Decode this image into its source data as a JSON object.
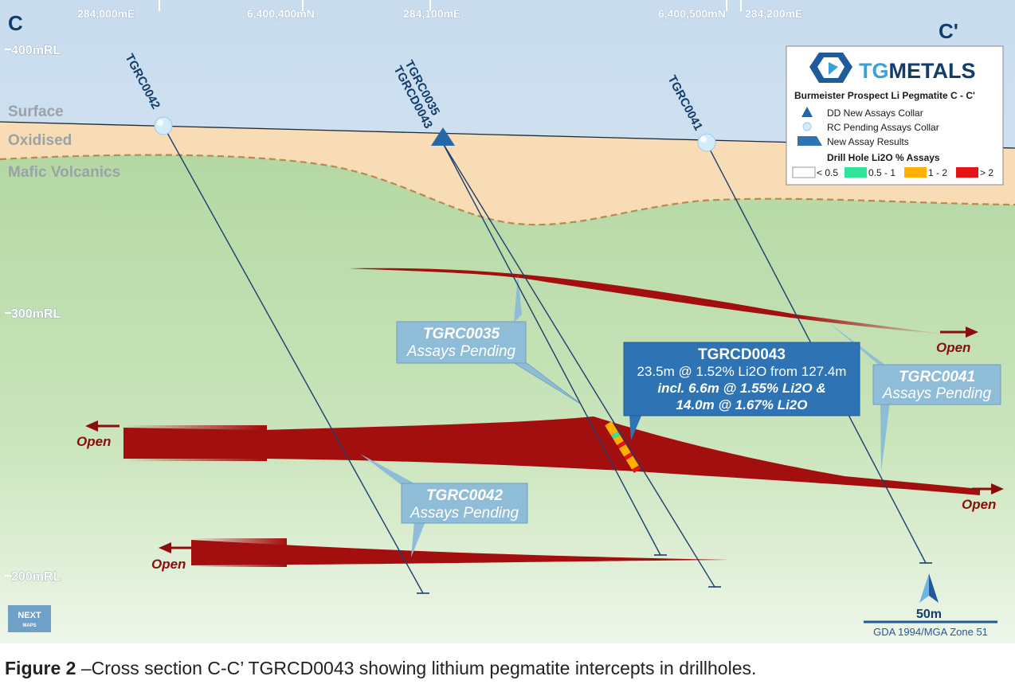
{
  "section": {
    "start_label": "C",
    "end_label": "C'"
  },
  "coordinates": [
    {
      "id": "e284000",
      "label": "284,000mE"
    },
    {
      "id": "n6400400",
      "label": "6,400,400mN"
    },
    {
      "id": "e284100",
      "label": "284,100mE"
    },
    {
      "id": "n6400500",
      "label": "6,400,500mN"
    },
    {
      "id": "e284200",
      "label": "284,200mE"
    }
  ],
  "elevations": [
    "400mRL",
    "300mRL",
    "200mRL"
  ],
  "layers": {
    "surface": "Surface",
    "oxidised": "Oxidised",
    "mafic": "Mafic Volcanics"
  },
  "drillholes": {
    "tgrc0042": "TGRC0042",
    "tgrc0035": "TGRC0035",
    "tgrcd0043": "TGRCD0043",
    "tgrc0041": "TGRC0041"
  },
  "open_label": "Open",
  "callouts": {
    "tgrc0035": {
      "title": "TGRC0035",
      "status": "Assays Pending"
    },
    "tgrc0041": {
      "title": "TGRC0041",
      "status": "Assays Pending"
    },
    "tgrc0042": {
      "title": "TGRC0042",
      "status": "Assays Pending"
    }
  },
  "highlight": {
    "title": "TGRCD0043",
    "line1": "23.5m @ 1.52% Li2O from 127.4m",
    "line2": "incl. 6.6m @ 1.55% Li2O &",
    "line3": "14.0m @ 1.67% Li2O"
  },
  "legend": {
    "logo_tg": "TG",
    "logo_metals": "METALS",
    "title": "Burmeister Prospect Li Pegmatite C - C'",
    "dd_collar": "DD New Assays Collar",
    "rc_collar": "RC Pending Assays Collar",
    "new_results": "New Assay Results",
    "assays_title": "Drill Hole Li2O % Assays",
    "bins": [
      {
        "label": "< 0.5",
        "color": "#ffffff"
      },
      {
        "label": "0.5 - 1",
        "color": "#2ee59a"
      },
      {
        "label": "1 - 2",
        "color": "#ffb000"
      },
      {
        "label": "> 2",
        "color": "#e41414"
      }
    ]
  },
  "scale": {
    "label": "50m",
    "datum": "GDA 1994/MGA Zone 51"
  },
  "badge": {
    "line1": "NEXT",
    "line2": "MAPS"
  },
  "caption": {
    "bold": "Figure 2",
    "text": " –Cross section C-C’ TGRCD0043 showing lithium pegmatite intercepts in drillholes."
  },
  "colors": {
    "sky": "#d5e6f3",
    "oxidised": "#f8dcb6",
    "mafic": "#b9dca9",
    "pegmatite": "#a30e0e",
    "hole_line": "#1b3f6e",
    "callout": "#8fbcd6",
    "highlight_box": "#2e74b5"
  }
}
